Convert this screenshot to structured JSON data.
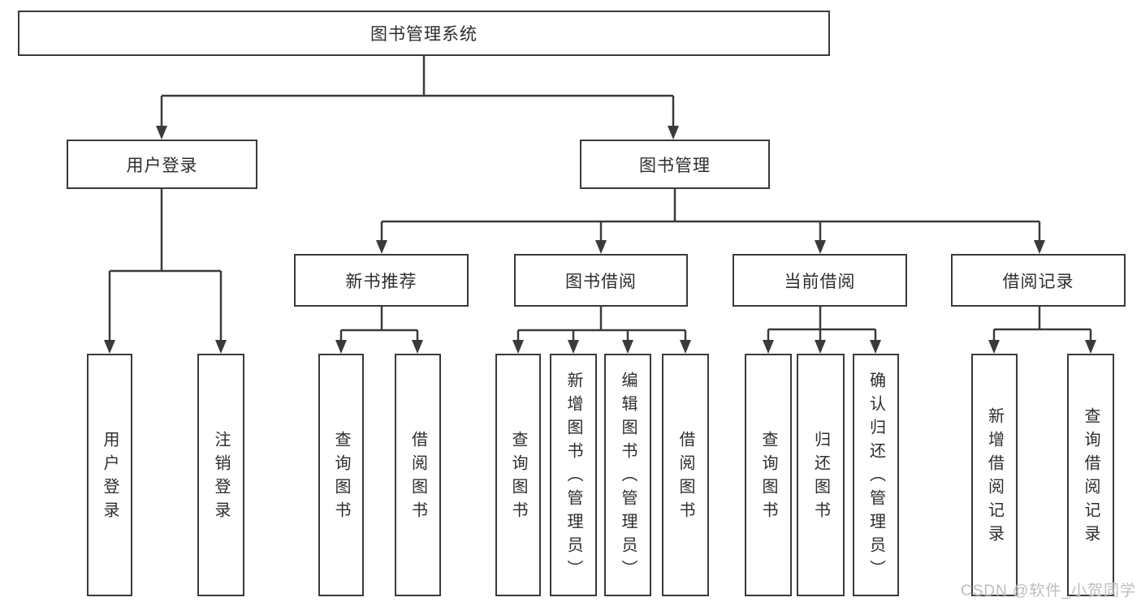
{
  "tree": {
    "label": "图书管理系统",
    "children": [
      {
        "label": "用户登录",
        "children": [
          {
            "label": "用户登录"
          },
          {
            "label": "注销登录"
          }
        ]
      },
      {
        "label": "图书管理",
        "children": [
          {
            "label": "新书推荐",
            "children": [
              {
                "label": "查询图书"
              },
              {
                "label": "借阅图书"
              }
            ]
          },
          {
            "label": "图书借阅",
            "children": [
              {
                "label": "查询图书"
              },
              {
                "label": "新增图书（管理员）"
              },
              {
                "label": "编辑图书（管理员）"
              },
              {
                "label": "借阅图书"
              }
            ]
          },
          {
            "label": "当前借阅",
            "children": [
              {
                "label": "查询图书"
              },
              {
                "label": "归还图书"
              },
              {
                "label": "确认归还（管理员）"
              }
            ]
          },
          {
            "label": "借阅记录",
            "children": [
              {
                "label": "新增借阅记录"
              },
              {
                "label": "查询借阅记录"
              }
            ]
          }
        ]
      }
    ]
  },
  "watermark": {
    "text": "CSDN @软件_小贺同学"
  },
  "colors": {
    "line": "#3a3a3a",
    "text": "#2d2d2d",
    "background": "#ffffff",
    "watermark": "#b9b9b9"
  }
}
